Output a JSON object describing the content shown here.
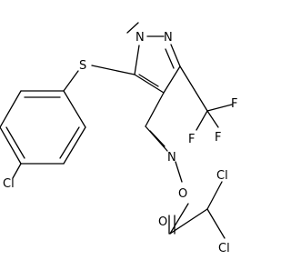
{
  "molecule": {
    "atoms": {
      "N1": "N",
      "N2": "N",
      "S": "S",
      "Cl_aryl": "Cl",
      "N_oxime": "N",
      "O_ester": "O",
      "O_carbonyl": "O",
      "Cl_a": "Cl",
      "Cl_b": "Cl",
      "F1": "F",
      "F2": "F",
      "F3": "F"
    }
  }
}
